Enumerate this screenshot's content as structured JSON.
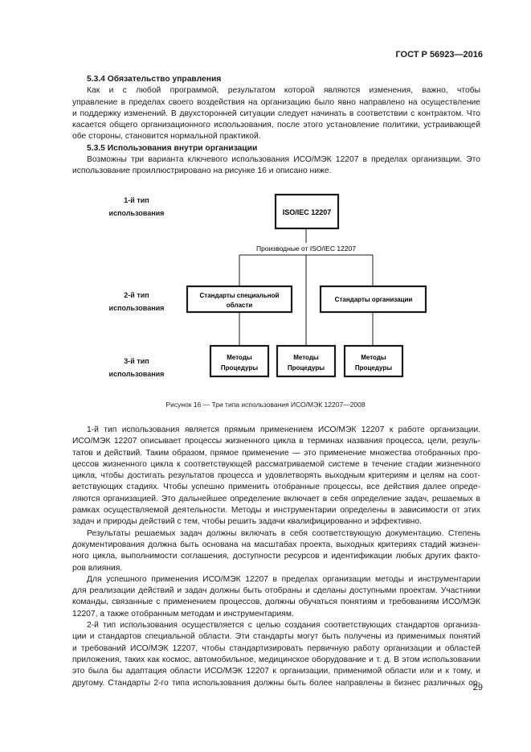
{
  "header": {
    "code": "ГОСТ Р 56923—2016"
  },
  "sec_534": {
    "heading": "5.3.4 Обязательство управления",
    "lines": [
      "Как и с любой программой, результатом которой являются изменения, важно, чтобы",
      "управление в пределах своего воздействия на организацию было явно направлено на осуществление",
      "и поддержку изменений. В двухсторонней ситуации следует начинать в соответствии с контрактом. Что",
      "касается общего организационного использования, после этого установление политики, устраивающей",
      "обе стороны, становится нормальной практикой."
    ]
  },
  "sec_535": {
    "heading": "5.3.5 Использования внутри организации",
    "lines": [
      "Возможны три варианта ключевого использования ИСО/МЭК 12207 в пределах организации. Это",
      "использование проиллюстрировано на рисунке 16 и описано ниже."
    ]
  },
  "figure": {
    "type1_label": [
      "1-й тип",
      "использования"
    ],
    "type2_label": [
      "2-й тип",
      "использования"
    ],
    "type3_label": [
      "3-й тип",
      "использования"
    ],
    "top_box": "ISO/IEC 12207",
    "derived_label": "Производные от ISO/IEC 12207",
    "box_domain": [
      "Стандарты специальной",
      "области"
    ],
    "box_org": "Стандарты организации",
    "box_methods": [
      "Методы",
      "Процедуры"
    ],
    "caption": "Рисунок 16 — Три типа использования ИСО/МЭК 12207—2008"
  },
  "body": {
    "p1": [
      "1-й тип использования является прямым применением ИСО/МЭК 12207 к работе организации.",
      "ИСО/МЭК 12207 описывает процессы жизненного цикла в терминах названия процесса, цели, резуль-",
      "татов и действий. Таким образом, прямое применение — это применение множества отобранных про-",
      "цессов жизненного цикла к соответствующей рассматриваемой системе в течение стадии жизненного",
      "цикла, чтобы достигать результатов процесса и удовлетворять выходным критериям и целям на соот-",
      "ветствующих стадиях. Чтобы успешно применить отобранные процессы, все действия далее опреде-",
      "ляются организацией. Это дальнейшее определение включает в себя определение задач, решаемых в",
      "рамках осуществляемой деятельности. Методы и инструментарии определены в зависимости от этих",
      "задач и природы действий с тем, чтобы решить задачи квалифицированно и эффективно."
    ],
    "p2": [
      "Результаты решаемых задач должны включать в себя соответствующую документацию. Степень",
      "документирования должна быть основана на масштабах проекта, выходных критериях стадий жизнен-",
      "ного цикла, выполнимости соглашения, доступности ресурсов и идентификации любых других факто-",
      "ров влияния."
    ],
    "p3": [
      "Для успешного применения ИСО/МЭК 12207 в пределах организации методы и инструментарии",
      "для реализации действий и задач должны быть отобраны и сделаны доступными проектам. Участники",
      "команды, связанные с применением процессов, должны обучаться понятиям и требованиям ИСО/МЭК",
      "12207, а также отобранным методам и инструментариям."
    ],
    "p4": [
      "2-й тип использования осуществляется с целью создания соответствующих стандартов организа-",
      "ции и стандартов специальной области. Эти стандарты могут быть получены из применимых понятий",
      "и требований ИСО/МЭК 12207, чтобы стандартизировать первичную работу организации и областей",
      "приложения, таких как космос, автомобильное, медицинское оборудование и т. д. В этом использовании",
      "это была бы адаптация области ИСО/МЭК 12207 к организации, применимой области или и к тому, и",
      "другому. Стандарты 2-го типа использования должны быть более направлены в бизнес различных ор-"
    ]
  },
  "footer": {
    "page_number": "29"
  }
}
